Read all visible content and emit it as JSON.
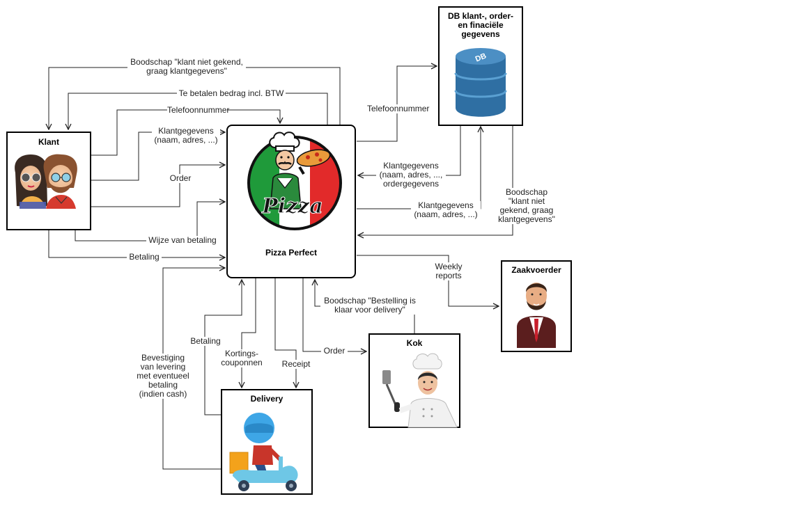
{
  "entities": {
    "klant": {
      "title": "Klant"
    },
    "pizza": {
      "title": "Pizza Perfect",
      "logo_text": "Pizza"
    },
    "db": {
      "title": "DB klant-, order-\nen finaciële\ngegevens",
      "icon_text": "DB"
    },
    "zaakvoerder": {
      "title": "Zaakvoerder"
    },
    "kok": {
      "title": "Kok"
    },
    "delivery": {
      "title": "Delivery"
    }
  },
  "flows": {
    "boodschap_klant": "Boodschap \"klant niet gekend,\ngraag klantgegevens\"",
    "te_betalen": "Te betalen bedrag incl. BTW",
    "telefoonnummer_klant": "Telefoonnummer",
    "klantgegevens_klant": "Klantgegevens\n(naam, adres, ...)",
    "order_klant": "Order",
    "wijze_betaling": "Wijze van betaling",
    "betaling_klant": "Betaling",
    "telefoonnummer_db": "Telefoonnummer",
    "klantgegevens_db_out": "Klantgegevens\n(naam, adres, ...,\nordergegevens",
    "klantgegevens_db_in": "Klantgegevens\n(naam, adres, ...)",
    "boodschap_db": "Boodschap\n\"klant niet\ngekend, graag\nklantgegevens\"",
    "weekly": "Weekly\nreports",
    "boodschap_kok": "Boodschap \"Bestelling is\nklaar voor delivery\"",
    "order_kok": "Order",
    "receipt": "Receipt",
    "kortings": "Kortings-\ncouponnen",
    "betaling_delivery": "Betaling",
    "bevestiging": "Bevestiging\nvan levering\nmet eventueel\nbetaling\n(indien cash)"
  },
  "colors": {
    "line": "#222222",
    "db_blue": "#2f6fa3",
    "db_top": "#5aa0d2",
    "pizza_green": "#1f9a3a",
    "pizza_red": "#e22a2a",
    "scooter_blue": "#6ec7e6",
    "delivery_box": "#f3a21b"
  }
}
